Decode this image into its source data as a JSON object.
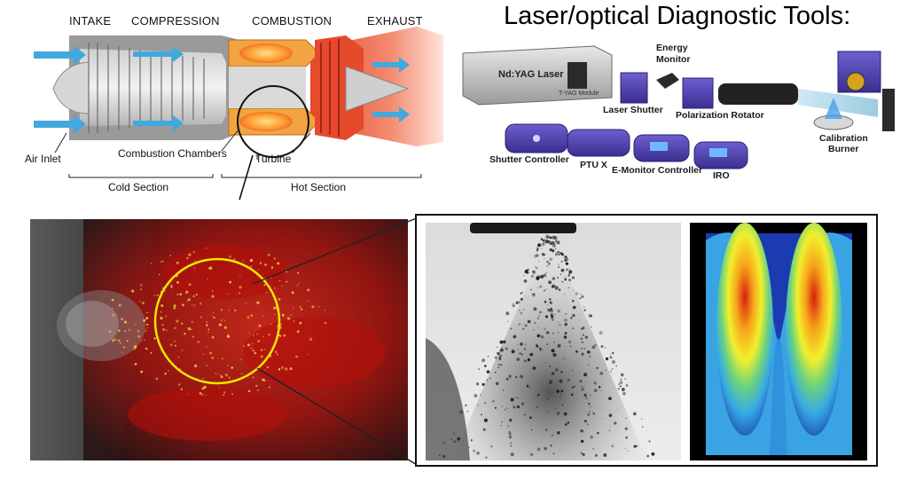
{
  "engine": {
    "sections": {
      "intake": "INTAKE",
      "compression": "COMPRESSION",
      "combustion": "COMBUSTION",
      "exhaust": "EXHAUST"
    },
    "labels": {
      "air_inlet": "Air Inlet",
      "combustion_chambers": "Combustion Chambers",
      "turbine": "Turbine",
      "cold_section": "Cold Section",
      "hot_section": "Hot Section"
    }
  },
  "diagnostics": {
    "title": "Laser/optical Diagnostic Tools:",
    "laser": "Nd:YAG Laser",
    "tyag": "T-YAG Module",
    "energy_monitor_line1": "Energy",
    "energy_monitor_line2": "Monitor",
    "laser_shutter": "Laser Shutter",
    "polarization_rotator": "Polarization Rotator",
    "calibration_line1": "Calibration",
    "calibration_line2": "Burner",
    "controllers": {
      "shutter_controller": "Shutter Controller",
      "ptu": "PTU X",
      "emonitor_controller": "E-Monitor Controller",
      "iro": "IRO"
    }
  },
  "colors": {
    "flow_arrow": "#3fa9e0",
    "hot_red": "#e0492a",
    "device_purple": "#4b3fae",
    "highlight_circle": "#f2e600"
  }
}
